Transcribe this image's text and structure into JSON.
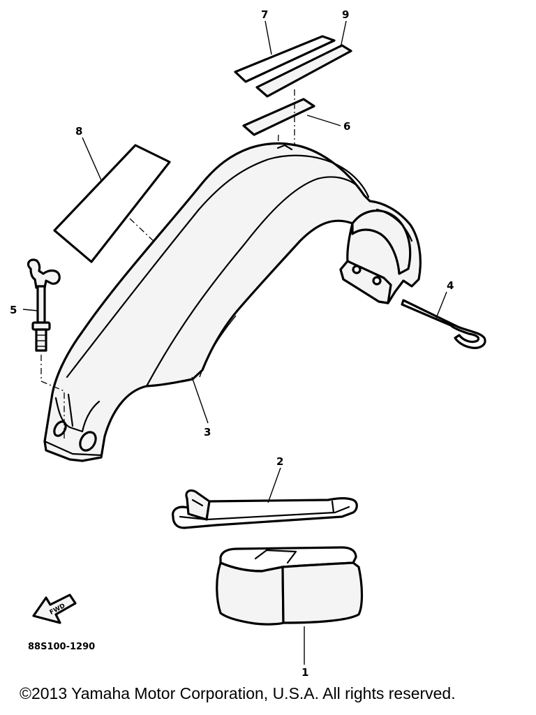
{
  "diagram": {
    "callouts": {
      "c1": "1",
      "c2": "2",
      "c3": "3",
      "c4": "4",
      "c5": "5",
      "c6": "6",
      "c7": "7",
      "c8": "8",
      "c9": "9"
    },
    "front_arrow_label": "FWD",
    "drawing_code": "88S100-1290"
  },
  "footer": {
    "copyright": "©2013 Yamaha Motor Corporation, U.S.A. All rights reserved."
  }
}
